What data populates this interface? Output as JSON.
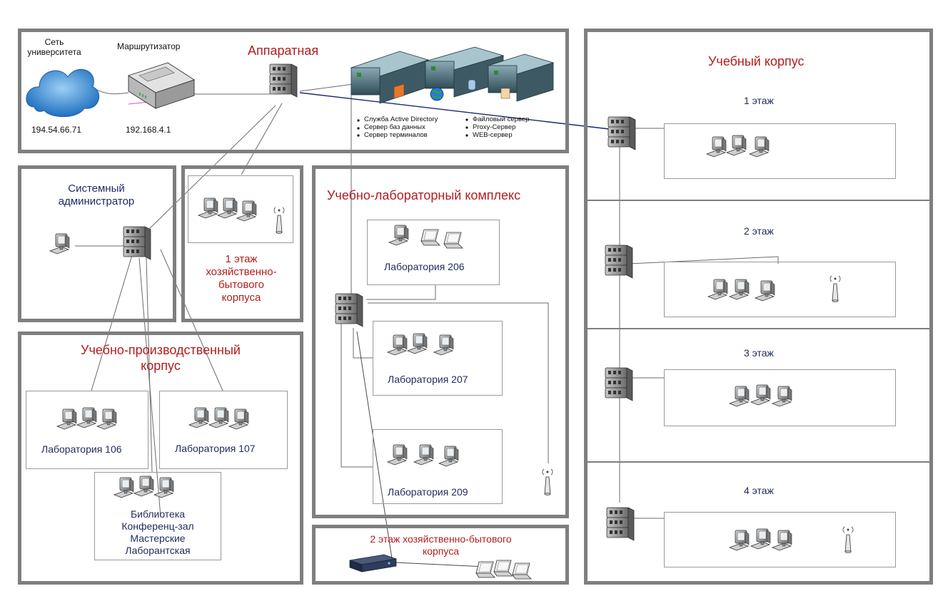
{
  "colors": {
    "heading": "#b21e1e",
    "label": "#1f2a5c",
    "frame": "#7f7f7f"
  },
  "top": {
    "network_label": "Сеть университета",
    "router_label": "Маршрутизатор",
    "server_room": "Аппаратная",
    "ip_university": "194.54.66.71",
    "ip_router": "192.168.4.1",
    "services_left": [
      "Служба Active Directory",
      "Сервер баз данных",
      "Сервер терминалов"
    ],
    "services_right": [
      "Файловый сервер",
      "Proxy-Сервер",
      "WEB-сервер"
    ]
  },
  "sysadmin": {
    "title_line1": "Системный",
    "title_line2": "администратор"
  },
  "household1": {
    "line1": "1 этаж",
    "line2": "хозяйственно-",
    "line3": "бытового",
    "line4": "корпуса"
  },
  "production": {
    "title_line1": "Учебно-производственный",
    "title_line2": "корпус",
    "lab106": "Лаборатория 106",
    "lab107": "Лаборатория 107",
    "library_lines": [
      "Библиотека",
      "Конференц-зал",
      "Мастерские",
      "Лаборантская"
    ]
  },
  "lab_complex": {
    "title": "Учебно-лабораторный комплекс",
    "lab206": "Лаборатория 206",
    "lab207": "Лаборатория 207",
    "lab209": "Лаборатория 209"
  },
  "household2": {
    "line1": "2 этаж хозяйственно-бытового",
    "line2": "корпуса"
  },
  "academic": {
    "title": "Учебный корпус",
    "floor1": "1 этаж",
    "floor2": "2 этаж",
    "floor3": "3 этаж",
    "floor4": "4 этаж"
  },
  "icons": [
    "cloud-icon",
    "router-icon",
    "switch-icon",
    "server-rack-icon",
    "pc-icon",
    "laptop-icon",
    "wifi-antenna-icon",
    "modem-icon"
  ]
}
